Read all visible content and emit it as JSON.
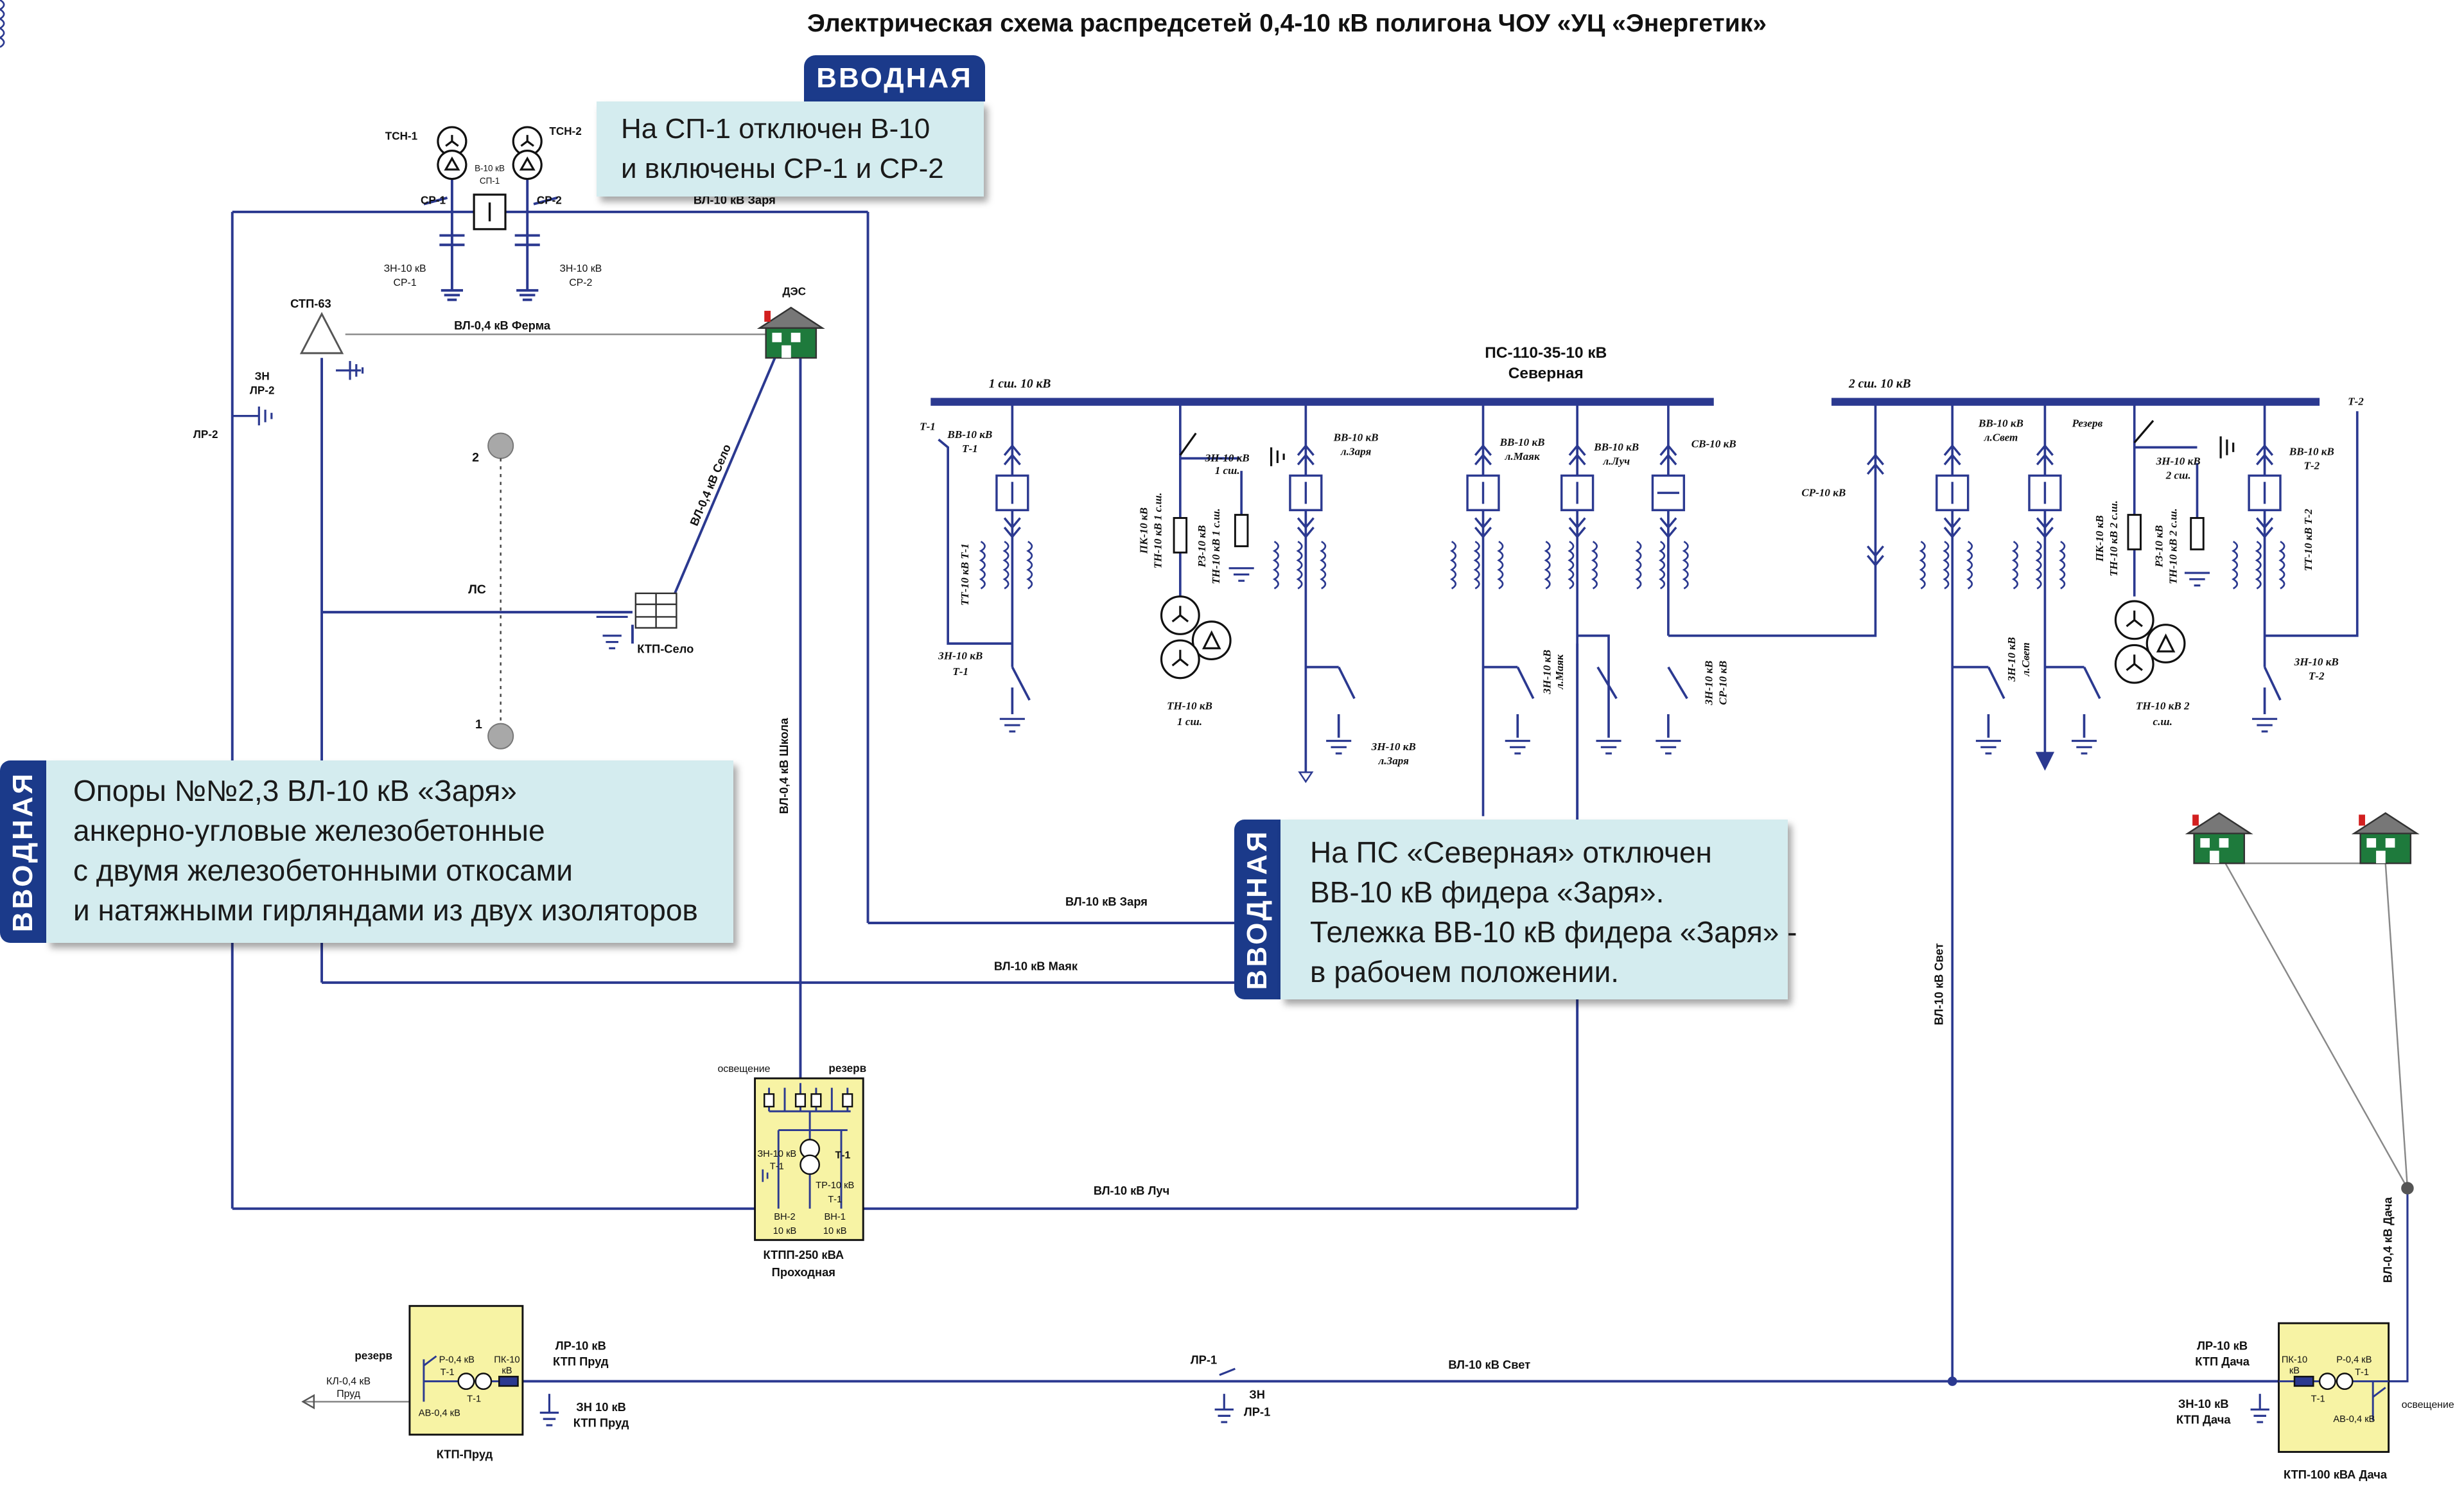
{
  "title": "Электрическая схема  распредсетей 0,4-10 кВ полигона ЧОУ «УЦ «Энергетик»",
  "callouts": {
    "top": {
      "tag": "ВВОДНАЯ",
      "lines": [
        "На СП-1 отключен В-10",
        "и включены СР-1 и СР-2"
      ]
    },
    "left": {
      "tag": "ВВОДНАЯ",
      "lines": [
        "Опоры №№2,3 ВЛ-10 кВ «Заря»",
        "анкерно-угловые железобетонные",
        "с двумя железобетонными откосами",
        "и натяжными гирляндами из двух изоляторов"
      ]
    },
    "right": {
      "tag": "ВВОДНАЯ",
      "lines": [
        "На ПС «Северная» отключен",
        "ВВ-10 кВ фидера «Заря».",
        "Тележка ВВ-10 кВ фидера «Заря» -",
        "в рабочем положении."
      ]
    }
  },
  "sp1": {
    "tsn1": "ТСН-1",
    "tsn2": "ТСН-2",
    "v10a": "В-10 кВ",
    "v10b": "СП-1",
    "sr1": "СР-1",
    "sr2": "СР-2",
    "zn1a": "ЗН-10 кВ",
    "zn1b": "СР-1",
    "zn2a": "ЗН-10 кВ",
    "zn2b": "СР-2",
    "line_zarya": "ВЛ-10 кВ Заря"
  },
  "left_net": {
    "stp63": "СТП-63",
    "zn_a": "ЗН",
    "zn_b": "ЛР-2",
    "lr2": "ЛР-2",
    "ferma": "ВЛ-0,4 кВ Ферма",
    "des": "ДЭС",
    "selo_line": "ВЛ-0,4 кВ Село",
    "ls": "ЛС",
    "ktp_selo": "КТП-Село",
    "pole2": "2",
    "pole1": "1",
    "shkola": "ВЛ-0,4 кВ Школа",
    "zarya2": "ВЛ-10 кВ Заря",
    "mayak": "ВЛ-10 кВ Маяк",
    "luch": "ВЛ-10 кВ Луч"
  },
  "ps": {
    "title1": "ПС-110-35-10 кВ",
    "title2": "Северная",
    "bus1": "1 сш. 10 кВ",
    "bus2": "2 сш. 10 кВ",
    "t1": "Т-1",
    "t2": "Т-2",
    "vv_t1a": "ВВ-10 кВ",
    "vv_t1b": "Т-1",
    "tt_t1": "ТТ-10 кВ Т-1",
    "zn_t1a": "ЗН-10 кВ",
    "zn_t1b": "Т-1",
    "pk1": "ПК-10 кВ",
    "pk1b": "ТН-10 кВ 1 с.ш.",
    "rz1": "РЗ-10 кВ",
    "rz1b": "ТН-10 кВ 1 с.ш.",
    "zn_tn1a": "ЗН-10 кВ",
    "zn_tn1b": "1 сш.",
    "tn1a": "ТН-10 кВ",
    "tn1b": "1 сш.",
    "vv_zaa": "ВВ-10 кВ",
    "vv_zab": "л.Заря",
    "zn_zaa": "ЗН-10 кВ",
    "zn_zab": "л.Заря",
    "vv_maa": "ВВ-10 кВ",
    "vv_mab": "л.Маяк",
    "zn_ma": "ЗН-10 кВ",
    "zn_mab": "л.Маяк",
    "vv_lua": "ВВ-10 кВ",
    "vv_lub": "л.Луч",
    "sv": "СВ-10 кВ",
    "zn_sv": "ЗН-10 кВ",
    "zn_svb": "СР-10 кВ",
    "sr10": "СР-10 кВ",
    "vv_sva": "ВВ-10 кВ",
    "vv_svb": "л.Свет",
    "zn_sva": "ЗН-10 кВ",
    "zn_svb2": "л.Свет",
    "rezerv": "Резерв",
    "zn_tn2a": "ЗН-10 кВ",
    "zn_tn2b": "2 сш.",
    "pk2": "ПК-10 кВ",
    "pk2b": "ТН-10 кВ 2 с.ш.",
    "rz2": "РЗ-10 кВ",
    "rz2b": "ТН-10 кВ 2 с.ш.",
    "tn2a": "ТН-10 кВ 2",
    "tn2b": "с.ш.",
    "vv_t2a": "ВВ-10 кВ",
    "vv_t2b": "Т-2",
    "tt_t2": "ТТ-10 кВ Т-2",
    "zn_t2a": "ЗН-10 кВ",
    "zn_t2b": "Т-2",
    "svet_v": "ВЛ-10 кВ Свет"
  },
  "ktpp": {
    "osv": "освещение",
    "rez": "резерв",
    "zn_a": "ЗН-10 кВ",
    "zn_b": "Т-1",
    "t1": "Т-1",
    "tr_a": "ТР-10 кВ",
    "tr_b": "Т-1",
    "vn2a": "ВН-2",
    "vn2b": "10 кВ",
    "vn1a": "ВН-1",
    "vn1b": "10 кВ",
    "name1": "КТПП-250 кВА",
    "name2": "Проходная"
  },
  "bottom": {
    "rezerv": "резерв",
    "kl_a": "КЛ-0,4 кВ",
    "kl_b": "Пруд",
    "p04a": "Р-0,4 кВ",
    "p04b": "Т-1",
    "t1": "Т-1",
    "pk_a": "ПК-10",
    "pk_b": "кВ",
    "av": "АВ-0,4 кВ",
    "ktp_prud": "КТП-Пруд",
    "lr10a": "ЛР-10 кВ",
    "lr10b": "КТП Пруд",
    "zn10a": "ЗН 10 кВ",
    "zn10b": "КТП Пруд",
    "lr1": "ЛР-1",
    "zn_a": "ЗН",
    "zn_b": "ЛР-1",
    "svet": "ВЛ-10 кВ Свет",
    "lrd_a": "ЛР-10 кВ",
    "lrd_b": "КТП Дача",
    "znd_a": "ЗН-10 кВ",
    "znd_b": "КТП Дача",
    "pkd_a": "ПК-10",
    "pkd_b": "кВ",
    "pd_a": "Р-0,4 кВ",
    "pd_b": "Т-1",
    "td": "Т-1",
    "avd": "АВ-0,4 кВ",
    "osv": "освещение",
    "ktp_dacha": "КТП-100 кВА Дача",
    "dacha_line": "ВЛ-0,4 кВ Дача"
  },
  "colors": {
    "line": "#2b3990",
    "box": "#f7f3a4",
    "callout": "#d4ecef",
    "tag": "#1b3a8a",
    "pole": "#a8a8a8"
  }
}
